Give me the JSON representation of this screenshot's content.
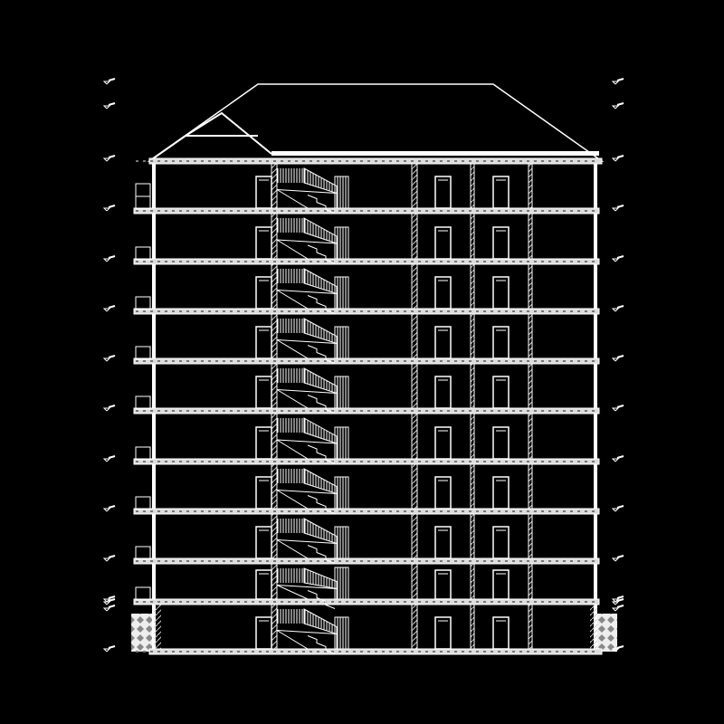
{
  "drawing": {
    "type": "building-section",
    "storeys_above_ground": 10,
    "has_stair_core": true,
    "roof": "hip",
    "colors": {
      "background": "#000000",
      "line": "#ffffff",
      "hatch": "#bfbfbf"
    }
  }
}
